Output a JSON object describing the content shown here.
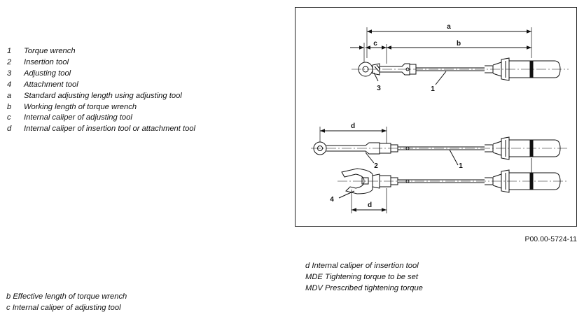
{
  "legend": [
    {
      "key": "1",
      "text": "Torque wrench"
    },
    {
      "key": "2",
      "text": "Insertion tool"
    },
    {
      "key": "3",
      "text": "Adjusting tool"
    },
    {
      "key": "4",
      "text": "Attachment tool"
    },
    {
      "key": "a",
      "text": "Standard adjusting length using adjusting tool"
    },
    {
      "key": "b",
      "text": "Working length of torque wrench"
    },
    {
      "key": "c",
      "text": "Internal caliper of adjusting tool"
    },
    {
      "key": "d",
      "text": "Internal caliper of insertion tool or attachment tool"
    }
  ],
  "figure": {
    "id": "P00.00-5724-11",
    "labels": {
      "a": "a",
      "b": "b",
      "c": "c",
      "d_top": "d",
      "d_bottom": "d",
      "n1_top": "1",
      "n3": "3",
      "n2": "2",
      "n1_mid": "1",
      "n4": "4"
    }
  },
  "notes_right": [
    "d Internal caliper of insertion tool",
    "MDE Tightening torque to be set",
    "MDV Prescribed tightening torque"
  ],
  "notes_left": [
    "b Effective length of torque wrench",
    "c Internal caliper of adjusting tool"
  ]
}
